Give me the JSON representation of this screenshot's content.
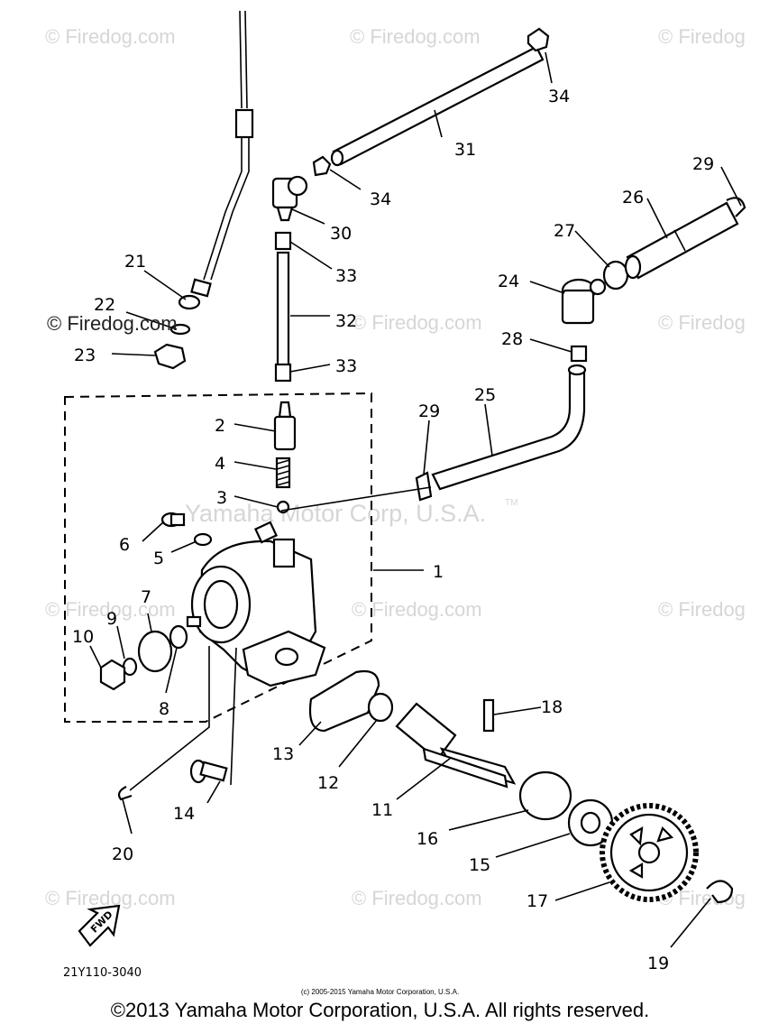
{
  "watermarks": [
    "© Firedog.com",
    "© Firedog.com",
    "© Firedog",
    "© Firedog.com",
    "© Firedog.com",
    "© Firedog",
    "© Firedog.com",
    "© Firedog.com",
    "© Firedog",
    "© Firedog.com",
    "© Firedog.com",
    "© Firedog"
  ],
  "center_watermark": "Yamaha Motor Corp, U.S.A.",
  "tm_mark": "TM",
  "fwd_label": "FWD",
  "diagram_code": "21Y110-3040",
  "footer_small": "(c) 2005-2015 Yamaha Motor Corporation, U.S.A.",
  "footer_main": "©2013 Yamaha Motor Corporation, U.S.A. All rights reserved.",
  "callouts": [
    "1",
    "2",
    "3",
    "4",
    "5",
    "6",
    "7",
    "8",
    "9",
    "10",
    "11",
    "12",
    "13",
    "14",
    "15",
    "16",
    "17",
    "18",
    "19",
    "20",
    "21",
    "22",
    "23",
    "24",
    "25",
    "26",
    "27",
    "28",
    "29",
    "29",
    "30",
    "31",
    "32",
    "33",
    "33",
    "34",
    "34"
  ]
}
